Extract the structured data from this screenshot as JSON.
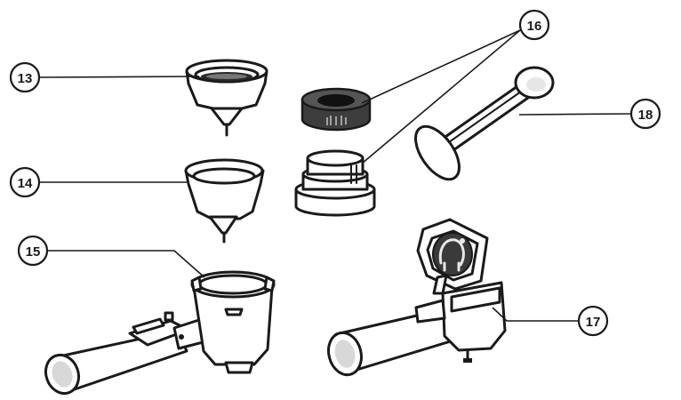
{
  "callouts": {
    "c13": "13",
    "c14": "14",
    "c15": "15",
    "c16": "16",
    "c17": "17",
    "c18": "18"
  },
  "colors": {
    "ink": "#1a1a1a",
    "background": "#ffffff"
  }
}
